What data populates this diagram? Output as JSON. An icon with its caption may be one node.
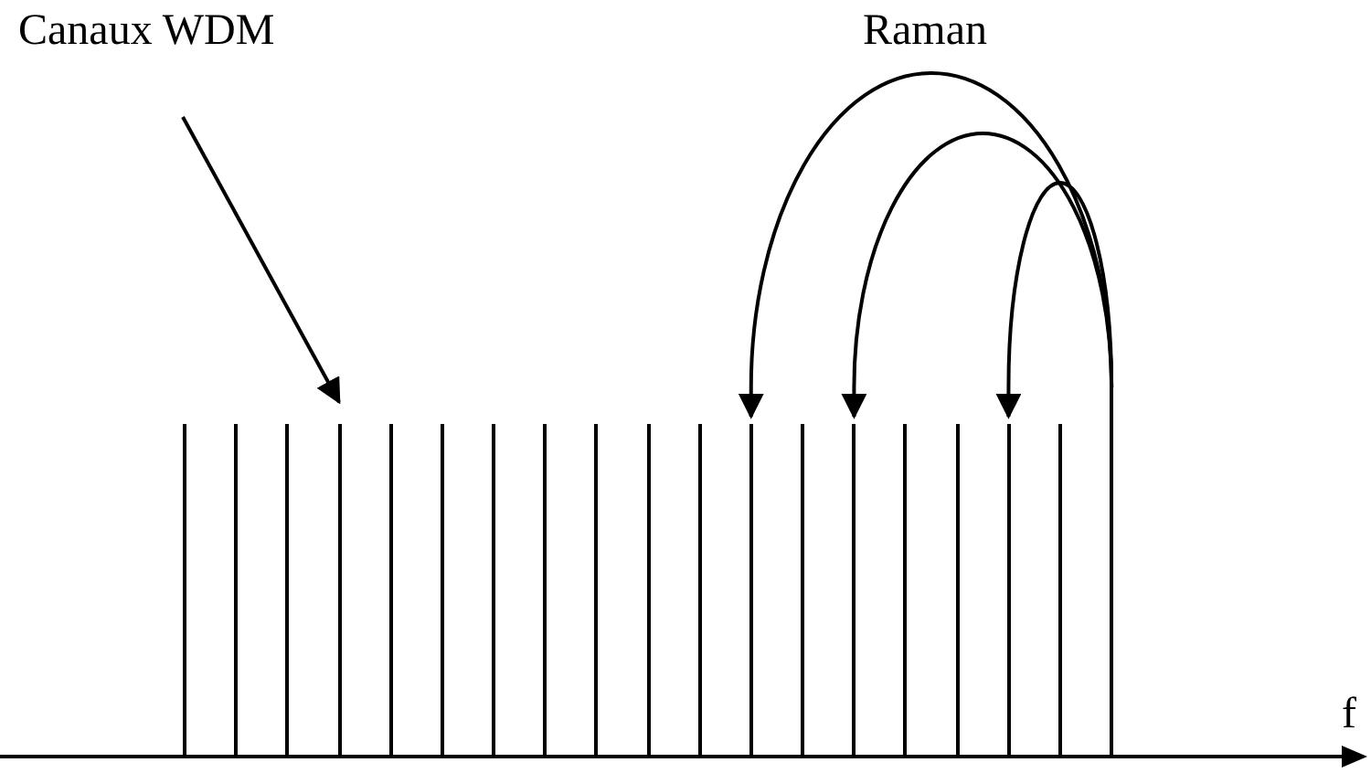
{
  "diagram": {
    "nodes": [
      {
        "text": [
          "Canaux WDM"
        ]
      },
      {
        "text": [],
        "shape": "bar"
      },
      {
        "text": [],
        "shape": "bar"
      },
      {
        "text": [],
        "shape": "bar"
      },
      {
        "text": [],
        "shape": "bar"
      },
      {
        "text": [],
        "shape": "bar"
      },
      {
        "text": [],
        "shape": "bar"
      },
      {
        "text": [],
        "shape": "bar"
      },
      {
        "text": [],
        "shape": "bar"
      },
      {
        "text": [],
        "shape": "bar"
      },
      {
        "text": [],
        "shape": "bar"
      },
      {
        "text": [],
        "shape": "bar"
      },
      {
        "text": [],
        "shape": "bar"
      },
      {
        "text": [],
        "shape": "bar"
      },
      {
        "text": [],
        "shape": "bar"
      },
      {
        "text": [],
        "shape": "bar"
      },
      {
        "text": [],
        "shape": "bar"
      },
      {
        "text": [],
        "shape": "bar"
      },
      {
        "text": [],
        "shape": "bar"
      },
      {
        "text": [],
        "shape": "bar"
      }
    ],
    "edges": [
      {
        "from": 0,
        "to": 4,
        "arrow": "to"
      },
      {
        "from": 19,
        "to": 12,
        "arrow": "to"
      },
      {
        "from": 19,
        "to": 14,
        "arrow": "to"
      },
      {
        "from": 19,
        "to": 17,
        "arrow": "to"
      }
    ],
    "labels": [
      "Raman",
      "f"
    ]
  }
}
